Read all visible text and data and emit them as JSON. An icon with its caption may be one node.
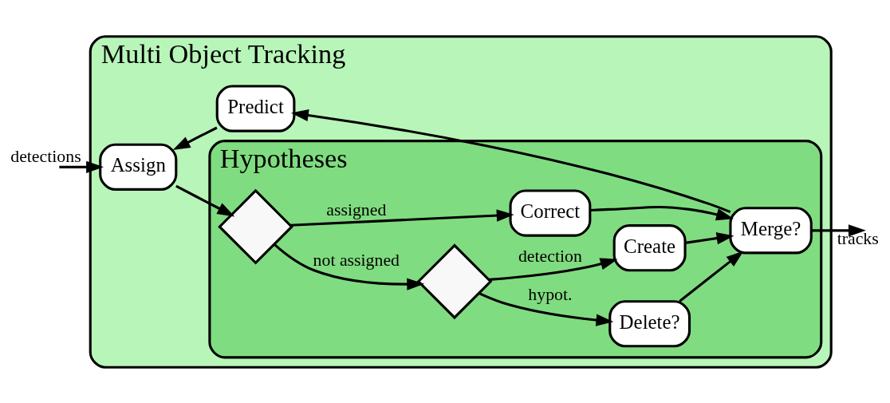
{
  "diagram": {
    "nodes": [
      {
        "text": [
          "Multi Object Tracking"
        ]
      },
      {
        "text": [
          "Hypotheses"
        ],
        "in": 0
      },
      {
        "text": [
          "Assign"
        ],
        "in": 0
      },
      {
        "text": [],
        "shape": "diamond",
        "in": 1
      },
      {
        "text": [],
        "shape": "diamond",
        "in": 1
      },
      {
        "text": [
          "Correct"
        ],
        "in": 1
      },
      {
        "text": [
          "Delete?"
        ],
        "in": 1
      },
      {
        "text": [
          "Create"
        ],
        "in": 1
      },
      {
        "text": [
          "Merge?"
        ],
        "in": 1
      },
      {
        "text": [
          "Predict"
        ],
        "in": 0
      }
    ],
    "edges": [
      {
        "from": null,
        "to": 2,
        "arrow": "to",
        "label": "detections"
      },
      {
        "from": 2,
        "to": 3,
        "arrow": "to"
      },
      {
        "from": 3,
        "to": 5,
        "arrow": "to",
        "label": "assigned"
      },
      {
        "from": 3,
        "to": 4,
        "arrow": "to",
        "label": "not assigned"
      },
      {
        "from": 4,
        "to": 6,
        "arrow": "to",
        "label": "hypot."
      },
      {
        "from": 4,
        "to": 7,
        "arrow": "to",
        "label": "detection"
      },
      {
        "from": 5,
        "to": 8,
        "arrow": "to"
      },
      {
        "from": 6,
        "to": 8,
        "arrow": "to"
      },
      {
        "from": 7,
        "to": 8,
        "arrow": "to"
      },
      {
        "from": 8,
        "to": null,
        "arrow": "to",
        "label": "tracks"
      },
      {
        "from": 8,
        "to": 9,
        "arrow": "to"
      },
      {
        "from": 9,
        "to": 2,
        "arrow": "to"
      }
    ]
  }
}
